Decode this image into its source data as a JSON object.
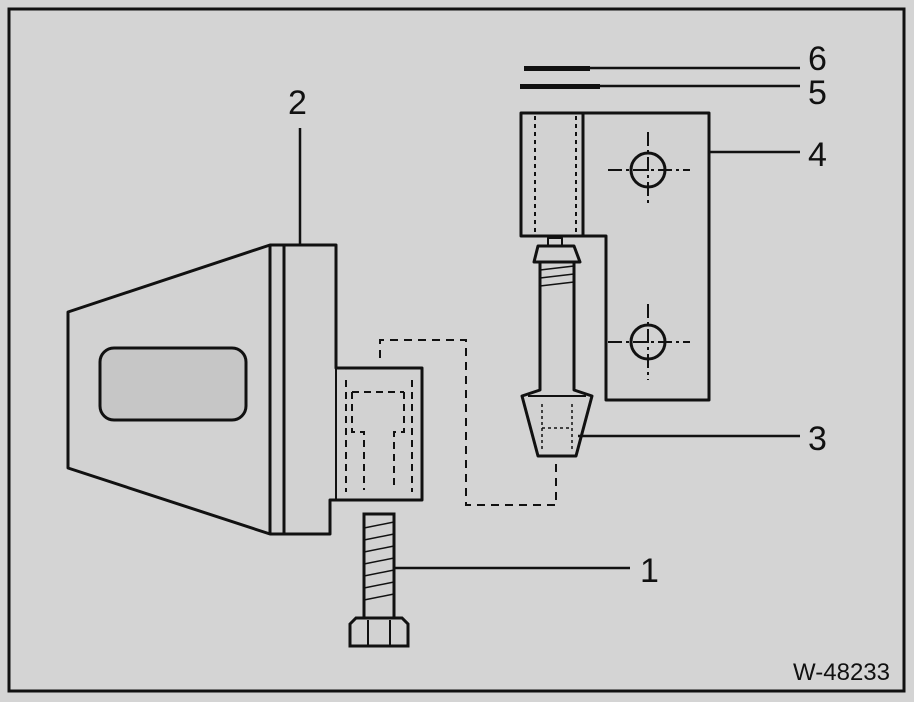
{
  "figure": {
    "code": "W-48233",
    "callouts": {
      "c1": "1",
      "c2": "2",
      "c3": "3",
      "c4": "4",
      "c5": "5",
      "c6": "6"
    },
    "colors": {
      "background": "#d4d4d4",
      "line": "#111111",
      "part_fill": "#d2d2d2",
      "window_fill": "#c6c6c6"
    }
  }
}
